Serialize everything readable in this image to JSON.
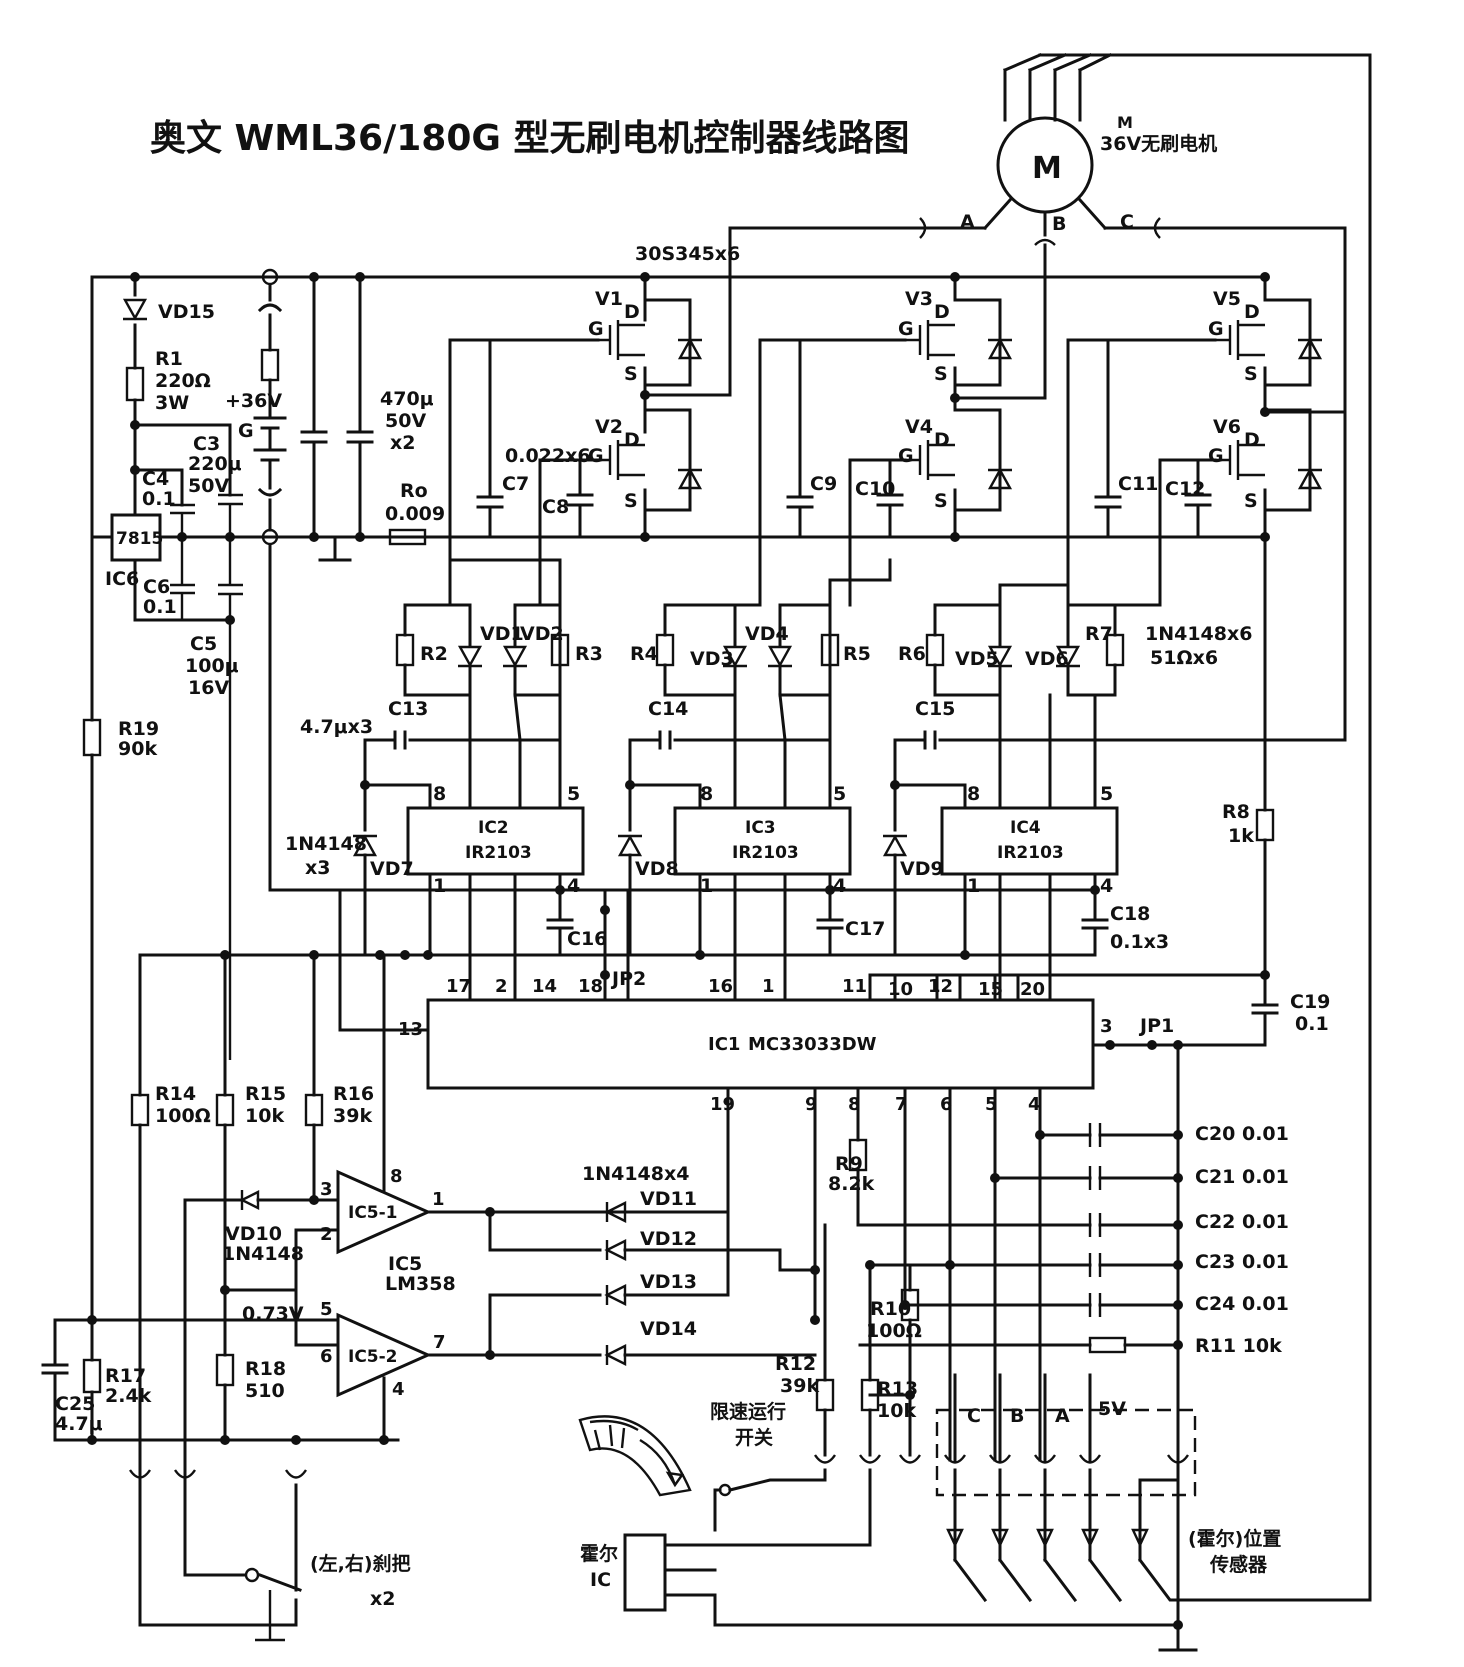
{
  "title": "奥文 WML36/180G 型无刷电机控制器线路图",
  "motor": {
    "label": "M",
    "ref": "M",
    "desc": "36V无刷电机",
    "phases": [
      "A",
      "B",
      "C"
    ]
  },
  "mosfet_note": "30S345x6",
  "mosfets": [
    "V1",
    "V2",
    "V3",
    "V4",
    "V5",
    "V6"
  ],
  "mosfet_pins": {
    "gate": "G",
    "drain": "D",
    "source": "S"
  },
  "power": {
    "supply": "+36V",
    "ground_mark": "G",
    "bulk_cap": "470μ\n50V\nx2",
    "shunt_ref": "Ro",
    "shunt_val": "0.009"
  },
  "regulator": {
    "ref": "IC6",
    "part": "7815"
  },
  "drivers": [
    {
      "ref": "IC2",
      "part": "IR2103"
    },
    {
      "ref": "IC3",
      "part": "IR2103"
    },
    {
      "ref": "IC4",
      "part": "IR2103"
    }
  ],
  "controller": {
    "ref": "IC1",
    "part": "MC33033DW"
  },
  "opamp": {
    "ref": "IC5",
    "part": "LM358",
    "a": "IC5-1",
    "b": "IC5-2"
  },
  "components": {
    "VD15": "VD15",
    "R1": "R1\n220Ω\n3W",
    "C3": "C3\n220μ\n50V",
    "C4": "C4\n0.1",
    "C6": "C6\n0.1",
    "C5": "C5\n100μ\n16V",
    "R19": "R19\n90k",
    "C7": "C7",
    "C8": "C8",
    "C9": "C9",
    "C10": "C10",
    "C11": "C11",
    "C12": "C12",
    "boot_note": "0.022x6",
    "R2": "R2",
    "R3": "R3",
    "R4": "R4",
    "R5": "R5",
    "R6": "R6",
    "R7": "R7",
    "VD1": "VD1",
    "VD2": "VD2",
    "VD3": "VD3",
    "VD4": "VD4",
    "VD5": "VD5",
    "VD6": "VD6",
    "diode_note": "1N4148x6\n51Ωx6",
    "C13": "C13",
    "C14": "C14",
    "C15": "C15",
    "cap_note": "4.7μx3",
    "VD7": "VD7",
    "VD8": "VD8",
    "VD9": "VD9",
    "vd79_note": "1N4148\nx3",
    "C16": "C16",
    "C17": "C17",
    "C18": "C18\n0.1x3",
    "R8": "R8\n1k",
    "C19": "C19\n0.1",
    "JP1": "JP1",
    "JP2": "JP2",
    "R14": "R14\n100Ω",
    "R15": "R15\n10k",
    "R16": "R16\n39k",
    "VD10": "VD10\n1N4148",
    "vref": "0.73V",
    "R17": "R17\n2.4k",
    "C25": "C25\n4.7μ",
    "R18": "R18\n510",
    "diodes4_note": "1N4148x4",
    "VD11": "VD11",
    "VD12": "VD12",
    "VD13": "VD13",
    "VD14": "VD14",
    "R9": "R9\n8.2k",
    "R10": "R10\n100Ω",
    "R12": "R12\n39k",
    "R13": "R13\n10k",
    "C20": "C20  0.01",
    "C21": "C21  0.01",
    "C22": "C22  0.01",
    "C23": "C23  0.01",
    "C24": "C24  0.01",
    "R11": "R11  10k",
    "five_v": "5V",
    "hall_pins": [
      "C",
      "B",
      "A"
    ]
  },
  "switches": {
    "speed_limit": "限速运行\n开关",
    "handlebar": "(左,右)刹把",
    "handlebar_qty": "x2"
  },
  "hall": {
    "ic": "霍尔\nIC",
    "sensor": "(霍尔)位置\n传感器"
  },
  "ic1_pins_top": [
    "17",
    "2",
    "14",
    "18",
    "16",
    "1",
    "11",
    "10",
    "12",
    "15",
    "20"
  ],
  "ic1_pins_bottom": [
    "19",
    "9",
    "8",
    "7",
    "6",
    "5",
    "4"
  ],
  "ic1_pins_side": {
    "left": "13",
    "right": "3"
  },
  "driver_pins": {
    "p8": "8",
    "p5": "5",
    "p1": "1",
    "p4": "4"
  },
  "opamp_pins": {
    "in1p": "3",
    "in1n": "2",
    "out1": "1",
    "vcc": "8",
    "in2p": "5",
    "in2n": "6",
    "out2": "7",
    "gnd": "4"
  }
}
